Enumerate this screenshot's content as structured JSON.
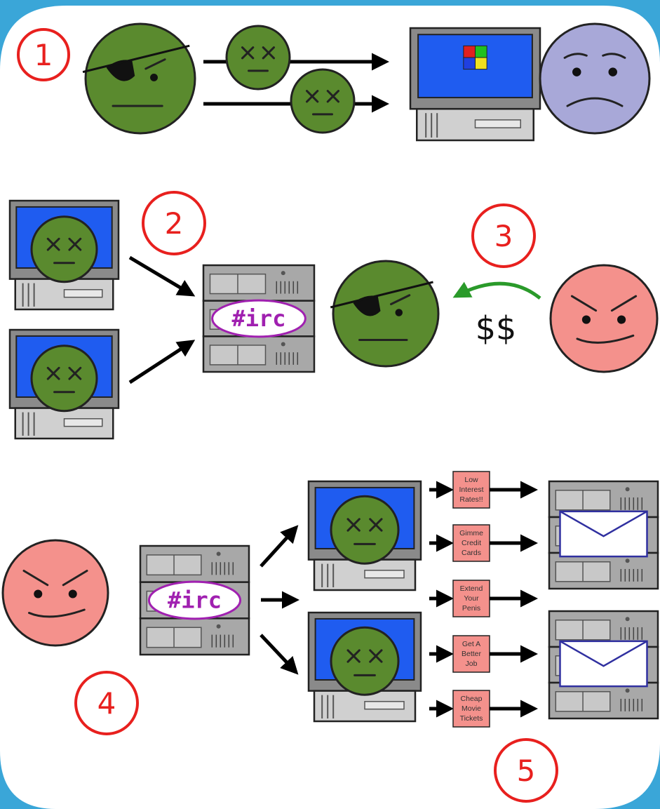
{
  "steps": [
    "1",
    "2",
    "3",
    "4",
    "5"
  ],
  "irc_label": "#irc",
  "money_label": "$$",
  "spam_topics": [
    [
      "Low",
      "Interest",
      "Rates!!"
    ],
    [
      "Gimme",
      "Credit",
      "Cards"
    ],
    [
      "Extend",
      "Your",
      "Penis"
    ],
    [
      "Get A",
      "Better",
      "Job"
    ],
    [
      "Cheap",
      "Movie",
      "Tickets"
    ]
  ],
  "colors": {
    "background": "#3aa6d8",
    "panel": "#ffffff",
    "step_circle": "#e8201e",
    "infected_face": "#5a8a2e",
    "victim_face": "#a8a8d8",
    "angry_face": "#f4918c",
    "monitor_screen": "#1f5cf0",
    "irc_text": "#a020b0",
    "spam_label": "#f4918c",
    "return_arrow": "#2a9a2a"
  },
  "icons": [
    "pirate-face-icon",
    "zombie-face-icon",
    "sad-face-icon",
    "angry-face-icon",
    "computer-icon",
    "server-icon",
    "envelope-icon",
    "arrow-icon"
  ]
}
